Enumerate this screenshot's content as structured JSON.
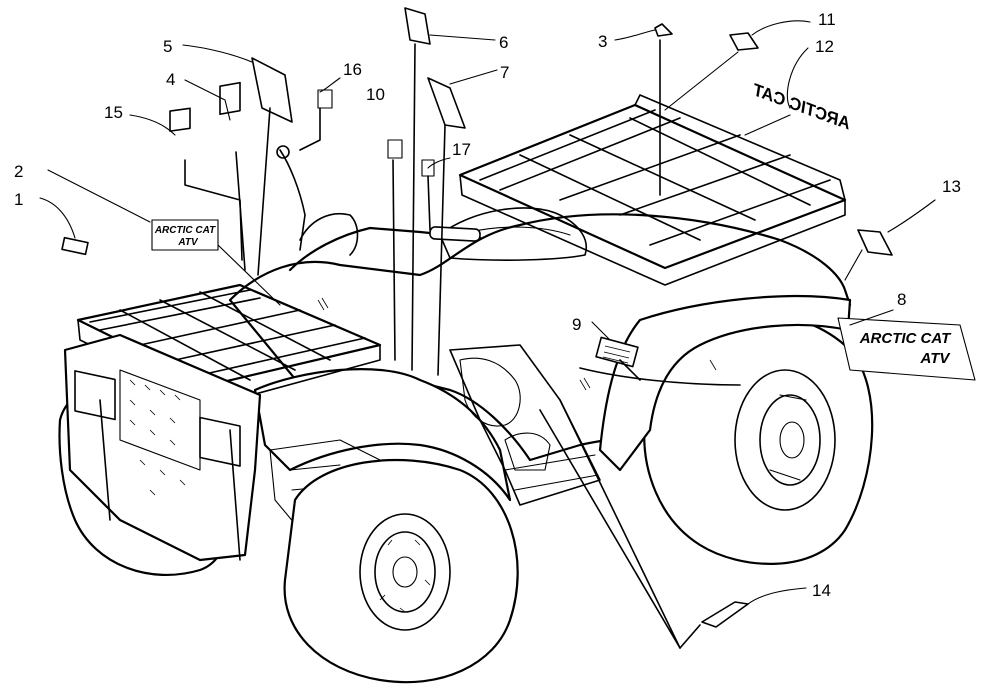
{
  "diagram": {
    "callouts": [
      "1",
      "2",
      "3",
      "4",
      "5",
      "6",
      "7",
      "8",
      "9",
      "10",
      "11",
      "12",
      "13",
      "14",
      "15",
      "16",
      "17"
    ],
    "decals": {
      "hood_line1": "ARCTIC CAT",
      "hood_line2": "ATV",
      "side_line1": "ARCTIC CAT",
      "side_line2": "ATV",
      "rear_reversed": "ARCTIC CAT"
    }
  }
}
